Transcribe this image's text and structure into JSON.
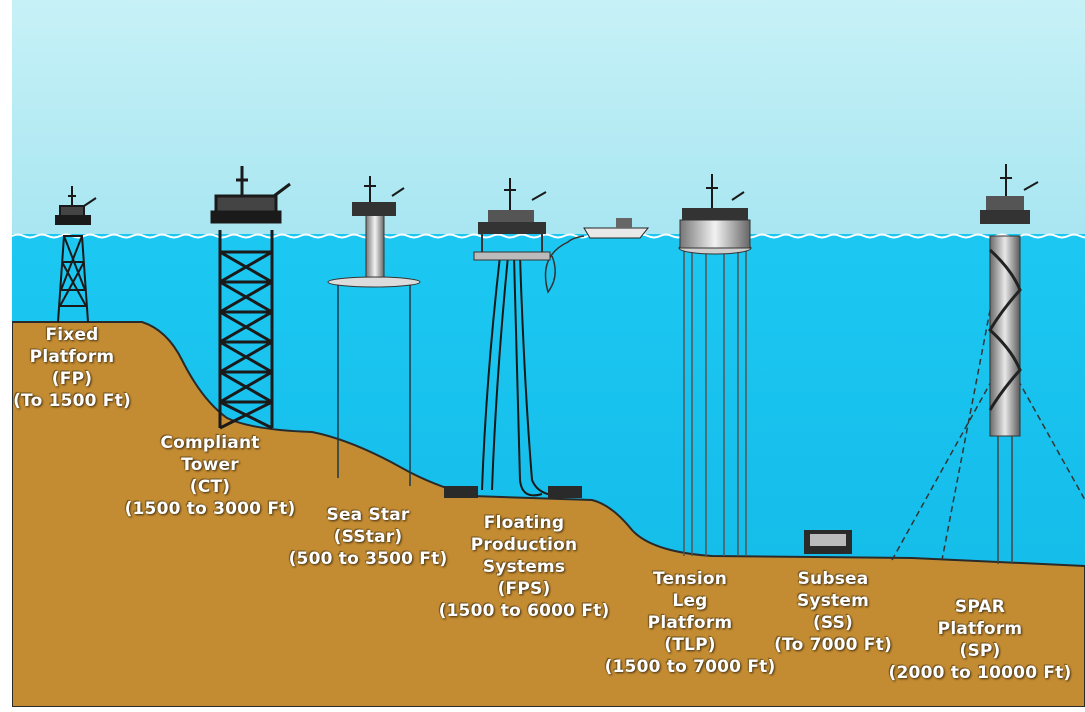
{
  "colors": {
    "sky": "#bfeef5",
    "sea": "#18c4ef",
    "seabed": "#c48c32",
    "structure": "#1a1a1a",
    "label": "#ffffff"
  },
  "platforms": [
    {
      "name_lines": [
        "Fixed",
        "Platform"
      ],
      "abbr": "(FP)",
      "depth": "(To 1500 Ft)"
    },
    {
      "name_lines": [
        "Compliant",
        "Tower"
      ],
      "abbr": "(CT)",
      "depth": "(1500 to 3000 Ft)"
    },
    {
      "name_lines": [
        "Sea Star"
      ],
      "abbr": "(SStar)",
      "depth": "(500 to 3500 Ft)"
    },
    {
      "name_lines": [
        "Floating",
        "Production",
        "Systems"
      ],
      "abbr": "(FPS)",
      "depth": "(1500 to 6000 Ft)"
    },
    {
      "name_lines": [
        "Tension",
        "Leg",
        "Platform"
      ],
      "abbr": "(TLP)",
      "depth": "(1500 to 7000 Ft)"
    },
    {
      "name_lines": [
        "Subsea",
        "System"
      ],
      "abbr": "(SS)",
      "depth": "(To 7000 Ft)"
    },
    {
      "name_lines": [
        "SPAR",
        "Platform"
      ],
      "abbr": "(SP)",
      "depth": "(2000 to 10000 Ft)"
    }
  ]
}
